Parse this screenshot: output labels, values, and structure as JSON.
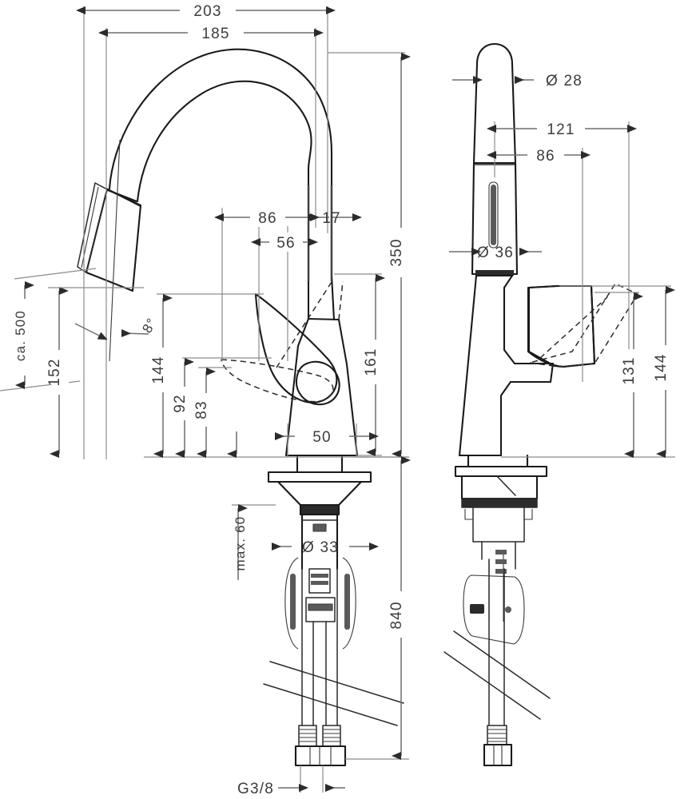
{
  "drawing": {
    "title": "Kitchen mixer technical dimension drawing",
    "units": "mm",
    "views": [
      {
        "id": "front",
        "name": "front-elevation-pull-down-spray"
      },
      {
        "id": "side",
        "name": "side-elevation"
      }
    ]
  },
  "dimensions": {
    "overall_reach": "203",
    "spout_reach": "185",
    "spout_offset_86": "86",
    "spout_offset_17": "17",
    "spout_offset_56": "56",
    "overall_height": "350",
    "spout_height": "161",
    "body_width": "50",
    "handle_height_144": "144",
    "handle_height_92": "92",
    "handle_height_83": "83",
    "hose_pulldown": "ca. 500",
    "pulldown_drop": "152",
    "swivel_angle": "8°",
    "hose_length": "840",
    "counter_thickness": "max. 60",
    "shank_diameter": "Ø 33",
    "thread": "G3/8",
    "spray_head_diameter": "Ø 28",
    "spray_body_diameter": "Ø 36",
    "handle_reach_121": "121",
    "handle_reach_86": "86",
    "handle_height_131": "131",
    "handle_height_144_side": "144"
  },
  "colors": {
    "outline": "#1a1a1a",
    "dimension": "#6e6e6e",
    "text": "#3c3c3c",
    "background": "#ffffff"
  }
}
